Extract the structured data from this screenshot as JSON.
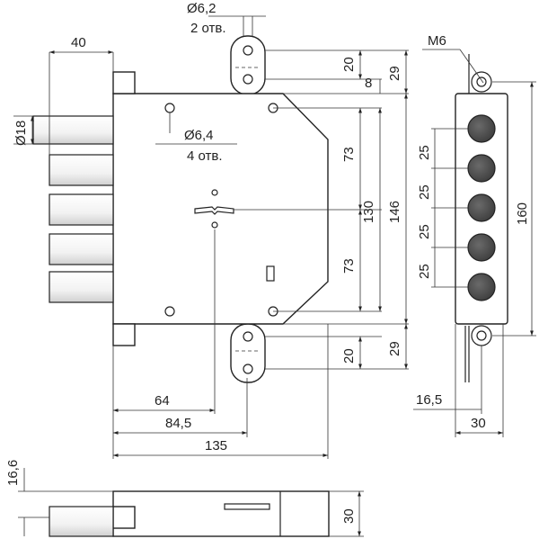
{
  "colors": {
    "line": "#222222",
    "dot_fill": "#4a4a4a",
    "background": "#ffffff"
  },
  "labels": {
    "hole_diameter_top": "Ø6,2",
    "hole_count_top": "2 отв.",
    "bolt_projection": "40",
    "bolt_diameter": "Ø18",
    "hole_diameter_body": "Ø6,4",
    "hole_count_body": "4 отв.",
    "dim_20_top": "20",
    "dim_8": "8",
    "dim_29_top": "29",
    "dim_73_top": "73",
    "dim_130": "130",
    "dim_146": "146",
    "dim_73_bottom": "73",
    "dim_20_bottom": "20",
    "dim_29_bottom": "29",
    "dim_64": "64",
    "dim_84_5": "84,5",
    "dim_135": "135",
    "thread_m6": "M6",
    "pitch_25_a": "25",
    "pitch_25_b": "25",
    "pitch_25_c": "25",
    "pitch_25_d": "25",
    "dim_160": "160",
    "dim_16_5": "16,5",
    "dim_30_front": "30",
    "dim_16_6": "16,6",
    "dim_30_side": "30"
  }
}
